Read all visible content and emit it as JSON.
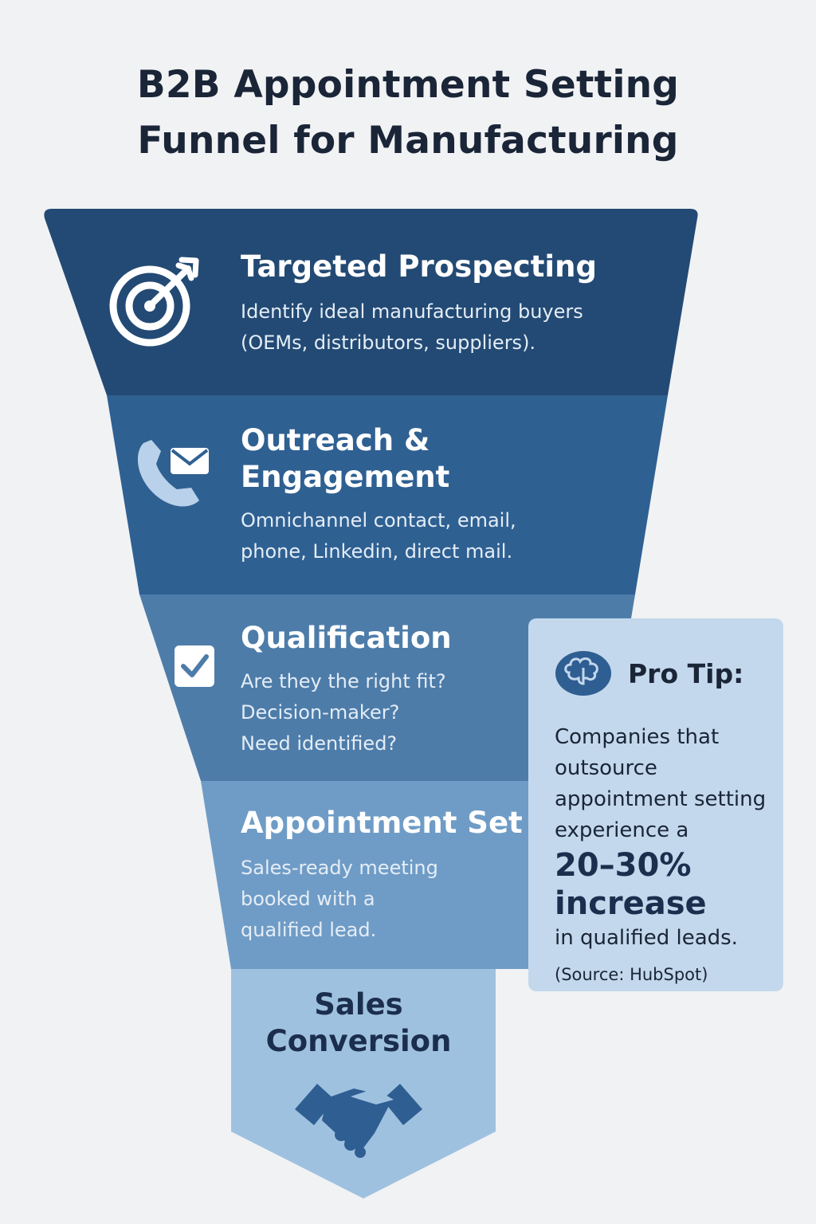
{
  "title": {
    "line1": "B2B Appointment Setting",
    "line2": "Funnel for Manufacturing"
  },
  "colors": {
    "background": "#f1f2f4",
    "stage1": "#234a74",
    "stage2": "#2f6092",
    "stage3": "#4d7ca9",
    "stage4": "#6f9cc6",
    "stage5": "#9fc1e0",
    "tip_box": "#c3d8ec",
    "dark_text": "#1a2537"
  },
  "stages": [
    {
      "title": "Targeted Prospecting",
      "lines": [
        "Identify ideal manufacturing buyers",
        "(OEMs, distributors, suppliers)."
      ],
      "icon": "target-icon"
    },
    {
      "title_lines": [
        "Outreach &",
        "Engagement"
      ],
      "lines": [
        "Omnichannel contact, email,",
        "phone, Linkedin, direct mail."
      ],
      "icon": "phone-mail-icon"
    },
    {
      "title": "Qualification",
      "lines": [
        "Are they the right fit?",
        "Decision-maker?",
        "Need identified?"
      ],
      "icon": "checkbox-icon"
    },
    {
      "title": "Appointment Set",
      "lines": [
        "Sales-ready meeting",
        "booked with a",
        "qualified lead."
      ]
    },
    {
      "title_lines": [
        "Sales",
        "Conversion"
      ],
      "icon": "handshake-icon"
    }
  ],
  "pro_tip": {
    "heading": "Pro Tip:",
    "icon": "brain-icon",
    "body_lines": [
      "Companies that",
      "outsource",
      "appointment setting",
      "experience a"
    ],
    "stat_lines": [
      "20–30%",
      "increase"
    ],
    "tail": "in qualified leads.",
    "source": "(Source: HubSpot)"
  }
}
